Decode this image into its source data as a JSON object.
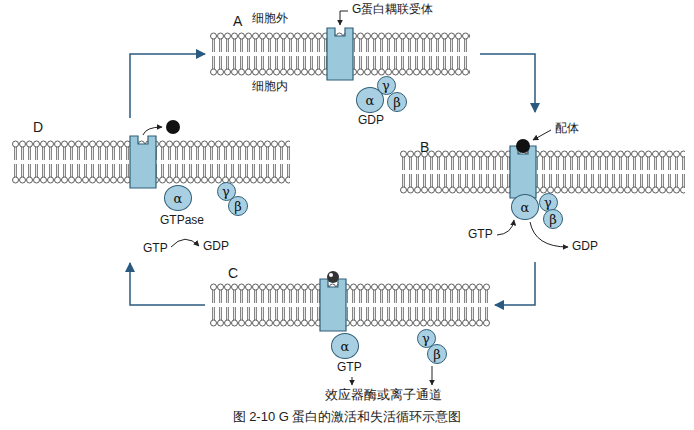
{
  "diagram": {
    "caption": "图 2-10 G 蛋白的激活和失活循环示意图",
    "nodes": [
      {
        "text": [
          "A"
        ]
      },
      {
        "text": [
          "α"
        ],
        "in": 0
      },
      {
        "text": [
          "γ"
        ],
        "in": 0
      },
      {
        "text": [
          "β"
        ],
        "in": 0
      },
      {
        "text": [
          "D"
        ]
      },
      {
        "text": [
          "α"
        ],
        "in": 4
      },
      {
        "text": [
          "γ"
        ],
        "in": 4
      },
      {
        "text": [
          "β"
        ],
        "in": 4
      },
      {
        "text": [
          "B"
        ]
      },
      {
        "text": [
          "α"
        ],
        "in": 8
      },
      {
        "text": [
          "γ"
        ],
        "in": 8
      },
      {
        "text": [
          "β"
        ],
        "in": 8
      },
      {
        "text": [
          "C"
        ]
      },
      {
        "text": [
          "α"
        ],
        "in": 12
      },
      {
        "text": [
          "γ"
        ],
        "in": 12
      },
      {
        "text": [
          "β"
        ],
        "in": 12
      }
    ],
    "edges": [
      {
        "from": 0,
        "to": 8,
        "arrow": "to"
      },
      {
        "from": 8,
        "to": 12,
        "arrow": "to"
      },
      {
        "from": 12,
        "to": 4,
        "arrow": "to"
      },
      {
        "from": 4,
        "to": 0,
        "arrow": "to"
      }
    ],
    "labels": [
      "细胞外",
      "细胞内",
      "G蛋白耦联受体",
      "GDP",
      "配体",
      "GTP",
      "GDP",
      "GTP",
      "效应器酶或离子通道",
      "GTPase",
      "GTP",
      "GDP"
    ]
  }
}
